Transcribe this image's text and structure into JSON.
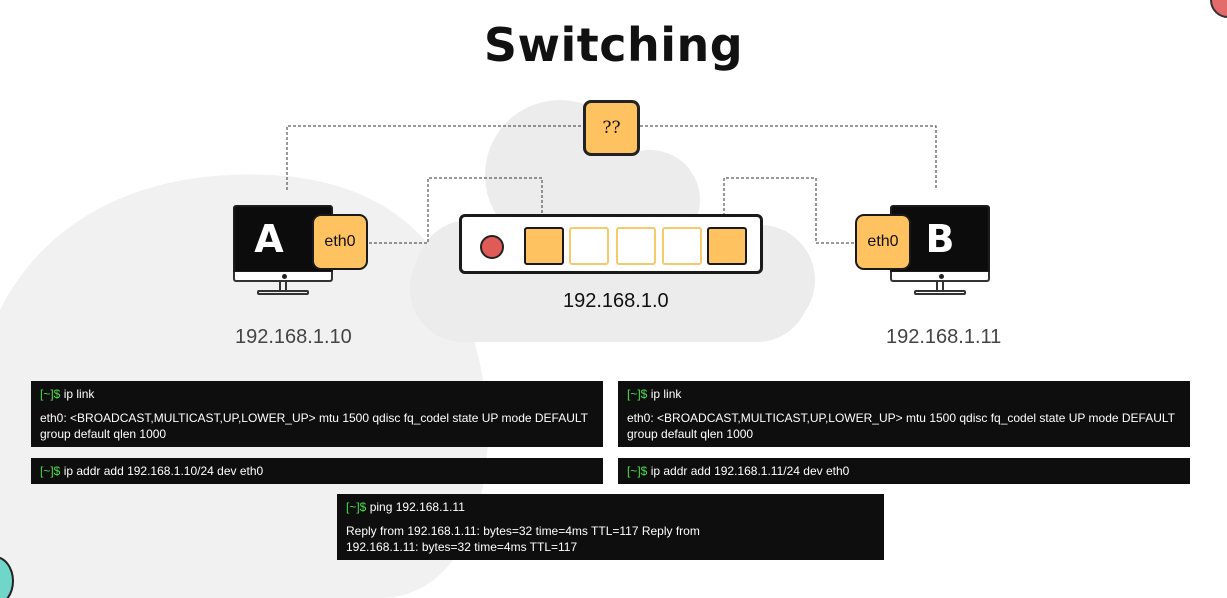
{
  "title": "Switching",
  "colors": {
    "accent_orange": "#fec260",
    "terminal_bg": "#0e0e0e",
    "prompt_green": "#4ade4a",
    "led_red": "#e05a57",
    "cloud_gray": "#ececec"
  },
  "unknown_device": {
    "label": "??"
  },
  "network": {
    "label": "192.168.1.0"
  },
  "switch": {
    "ports": [
      "active",
      "idle",
      "idle",
      "idle",
      "active"
    ]
  },
  "host_a": {
    "letter": "A",
    "interface": "eth0",
    "ip": "192.168.1.10"
  },
  "host_b": {
    "letter": "B",
    "interface": "eth0",
    "ip": "192.168.1.11"
  },
  "terminals": {
    "a_link": {
      "prompt": "[~]$",
      "command": " ip link",
      "output": "eth0: <BROADCAST,MULTICAST,UP,LOWER_UP> mtu 1500 qdisc fq_codel state UP mode DEFAULT group default qlen 1000"
    },
    "a_addr": {
      "prompt": "[~]$",
      "command": " ip addr add 192.168.1.10/24 dev eth0"
    },
    "b_link": {
      "prompt": "[~]$",
      "command": " ip link",
      "output": "eth0: <BROADCAST,MULTICAST,UP,LOWER_UP> mtu 1500 qdisc fq_codel state UP mode DEFAULT group default qlen 1000"
    },
    "b_addr": {
      "prompt": "[~]$",
      "command": " ip addr add 192.168.1.11/24 dev eth0"
    },
    "ping": {
      "prompt": "[~]$",
      "command": " ping 192.168.1.11",
      "output": "Reply from 192.168.1.11: bytes=32 time=4ms TTL=117 Reply from 192.168.1.11: bytes=32 time=4ms TTL=117"
    }
  }
}
